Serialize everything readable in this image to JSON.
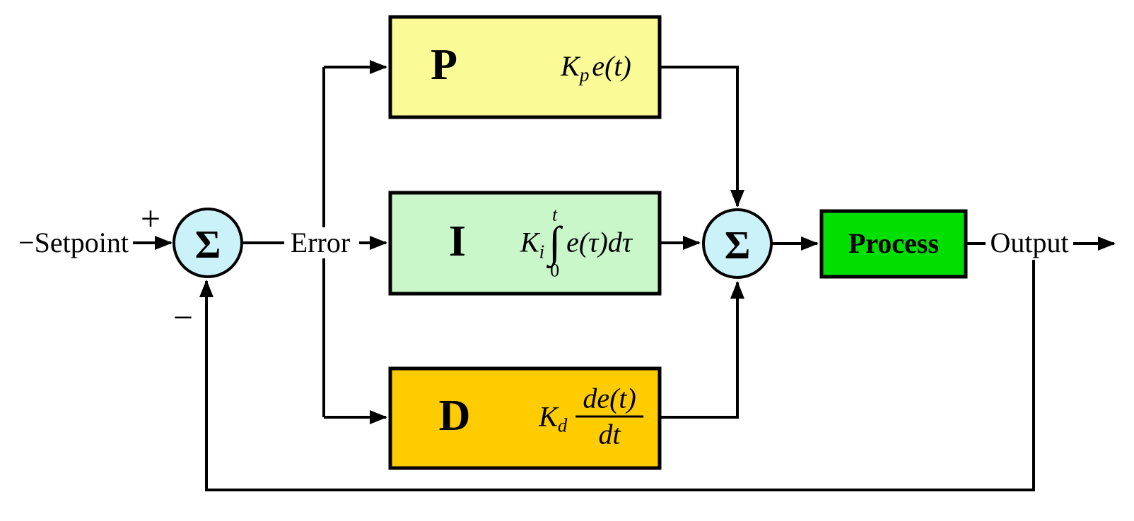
{
  "diagram": {
    "labels": {
      "setpoint": "−Setpoint",
      "plus": "+",
      "minus": "−",
      "error": "Error",
      "output": "Output",
      "sum1": "Σ",
      "sum2": "Σ"
    },
    "blocks": {
      "p": {
        "letter": "P",
        "gain": "K",
        "gain_sub": "p",
        "expr": "e(t)"
      },
      "i": {
        "letter": "I",
        "gain": "K",
        "gain_sub": "i",
        "int_upper": "t",
        "int_sign": "∫",
        "int_lower": "0",
        "expr": "e(τ)dτ"
      },
      "d": {
        "letter": "D",
        "gain": "K",
        "gain_sub": "d",
        "frac_num": "de(t)",
        "frac_den": "dt"
      },
      "process": {
        "label": "Process"
      }
    },
    "colors": {
      "p_fill": "#FAFA96",
      "i_fill": "#C9F7C9",
      "d_fill": "#FFCC00",
      "process_fill": "#00DF00",
      "sum_fill": "#CCF2F9",
      "line": "#000000",
      "arrow": "#000000"
    }
  }
}
